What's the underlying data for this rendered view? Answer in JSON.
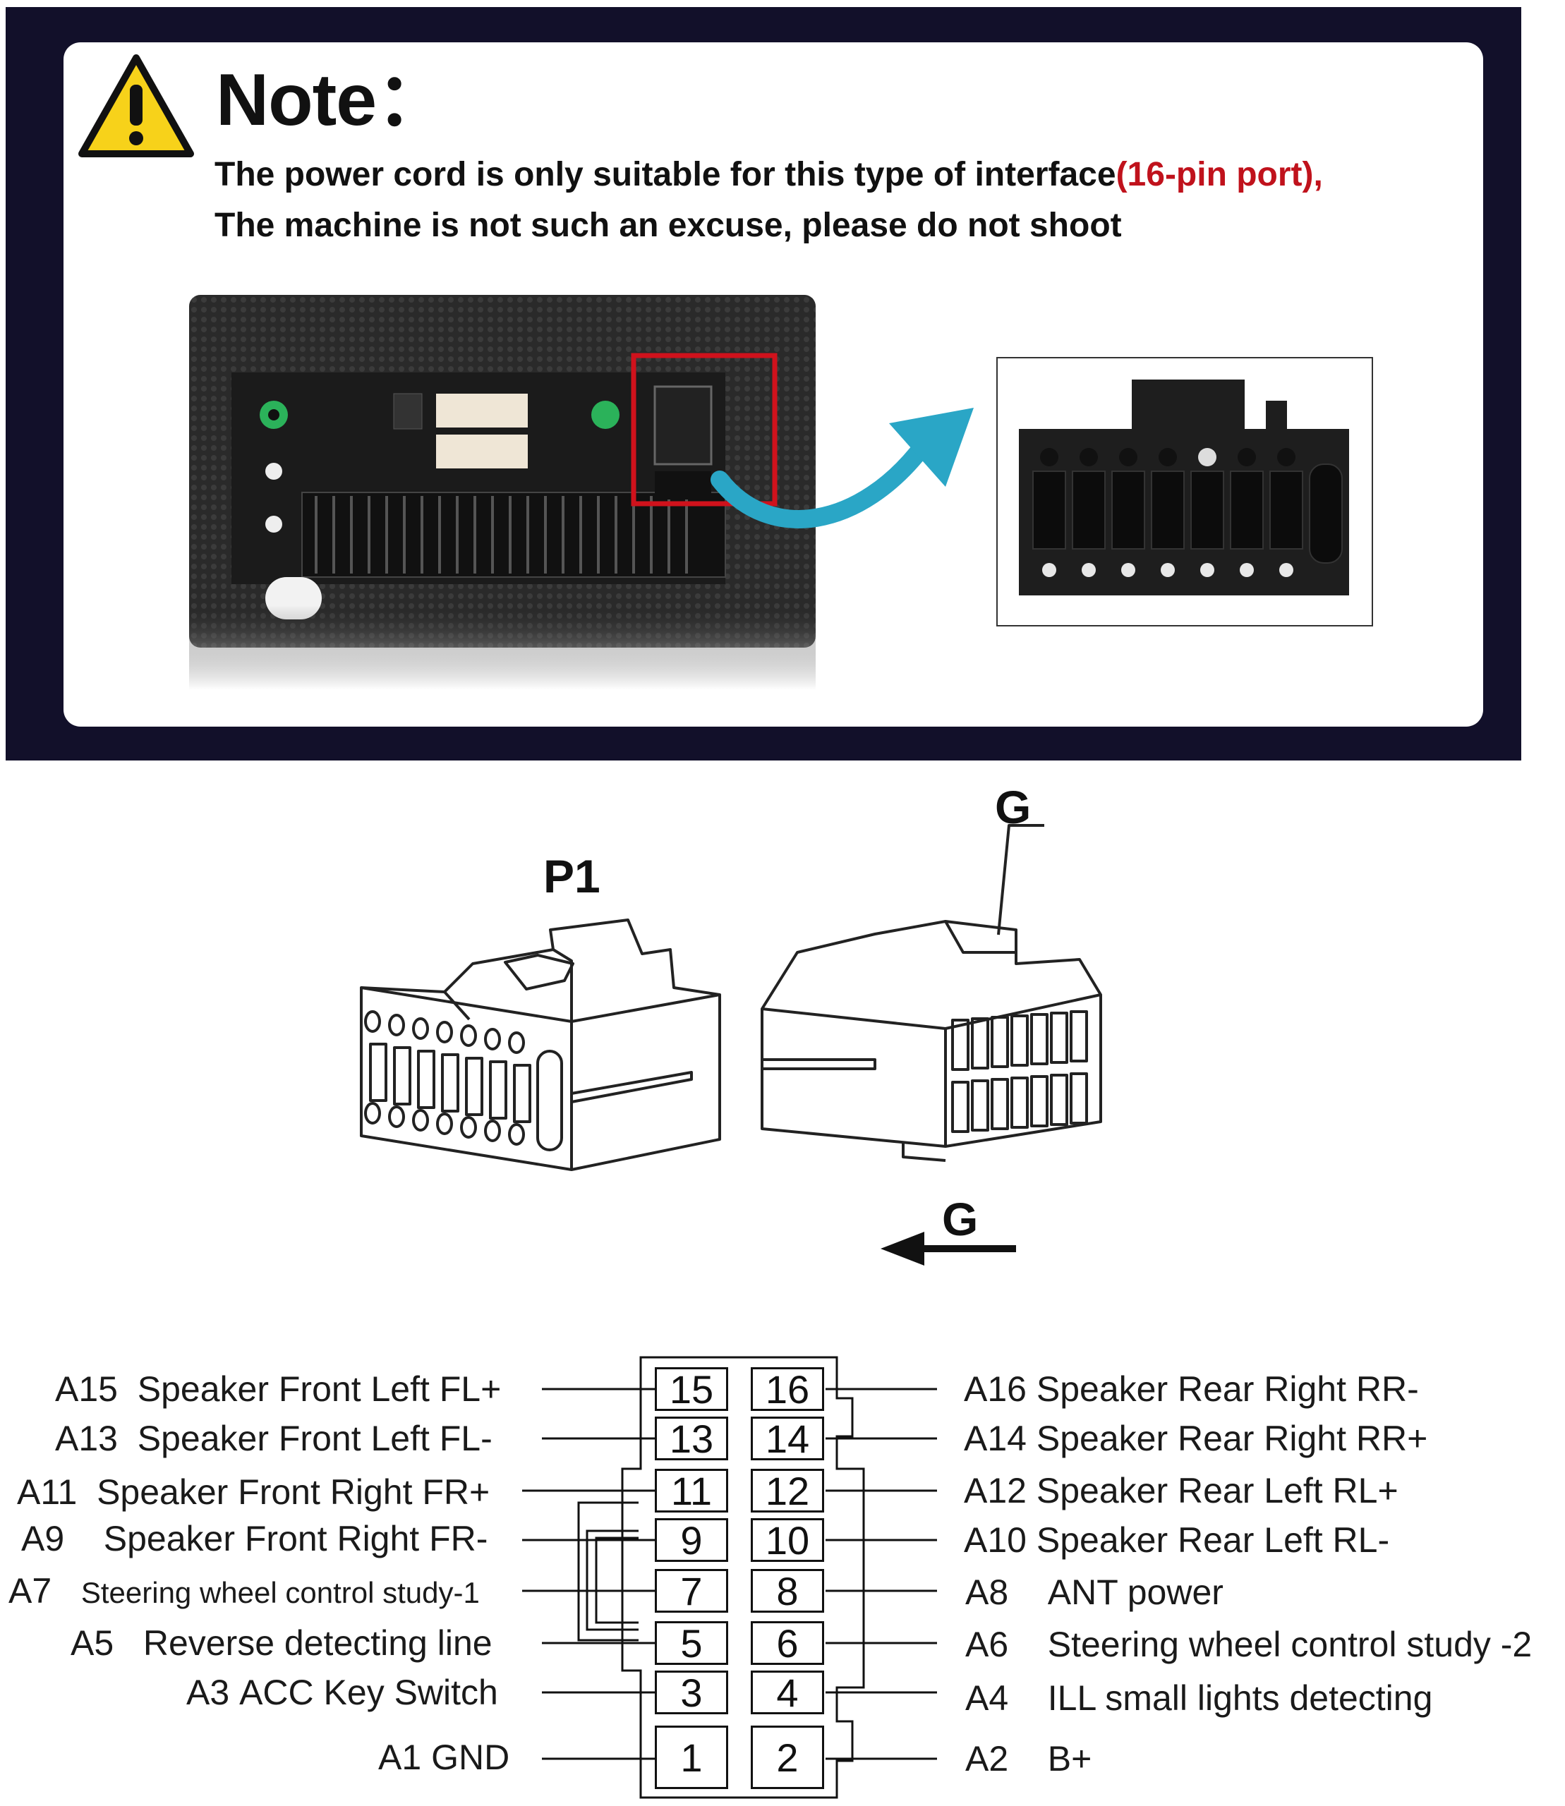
{
  "note": {
    "title": "Note：",
    "line1_pre": "The power cord is only suitable for this type of interface",
    "line1_accent": "(16-pin port),",
    "line2": "The machine is not such an excuse, please do not shoot",
    "accent_color": "#c0121c",
    "frame_color": "#12102a",
    "icons": [
      "warning-triangle-icon",
      "curved-arrow-icon"
    ]
  },
  "connectors": {
    "p1_label": "P1",
    "g_label_top": "G",
    "g_label_arrow": "G"
  },
  "pinout": {
    "left": [
      {
        "id": "A15",
        "text": "Speaker Front Left FL+",
        "pin": "15"
      },
      {
        "id": "A13",
        "text": "Speaker Front Left FL-",
        "pin": "13"
      },
      {
        "id": "A11",
        "text": "Speaker Front Right FR+",
        "pin": "11"
      },
      {
        "id": "A9",
        "text": "Speaker Front Right FR-",
        "pin": "9"
      },
      {
        "id": "A7",
        "text": "Steering wheel control study-1",
        "pin": "7"
      },
      {
        "id": "A5",
        "text": "Reverse detecting line",
        "pin": "5"
      },
      {
        "id": "A3",
        "text": "ACC Key Switch",
        "pin": "3"
      },
      {
        "id": "A1",
        "text": "GND",
        "pin": "1"
      }
    ],
    "right": [
      {
        "id": "A16",
        "text": "Speaker Rear Right RR-",
        "pin": "16"
      },
      {
        "id": "A14",
        "text": "Speaker Rear Right RR+",
        "pin": "14"
      },
      {
        "id": "A12",
        "text": "Speaker Rear Left RL+",
        "pin": "12"
      },
      {
        "id": "A10",
        "text": "Speaker Rear Left RL-",
        "pin": "10"
      },
      {
        "id": "A8",
        "text": "ANT power",
        "pin": "8"
      },
      {
        "id": "A6",
        "text": "Steering wheel control study -2",
        "pin": "6"
      },
      {
        "id": "A4",
        "text": "ILL small lights detecting",
        "pin": "4"
      },
      {
        "id": "A2",
        "text": "B+",
        "pin": "2"
      }
    ]
  }
}
